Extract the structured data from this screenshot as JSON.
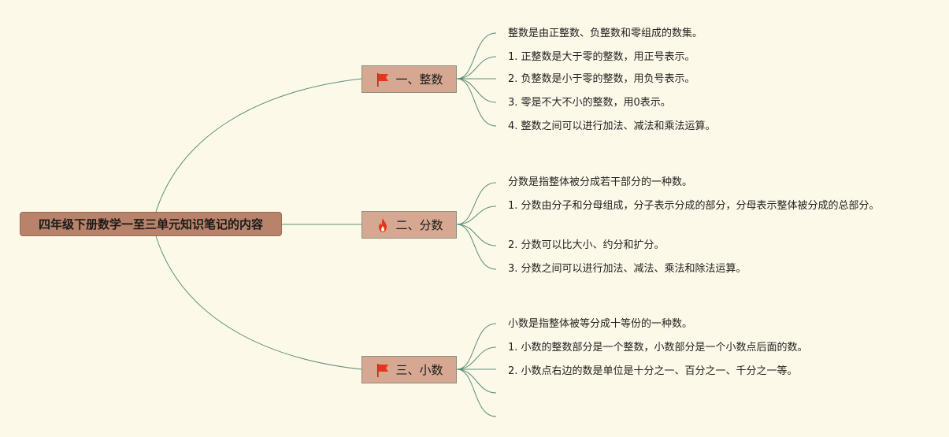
{
  "root": {
    "label": "四年级下册数学一至三单元知识笔记的内容"
  },
  "branches": [
    {
      "label": "一、整数",
      "icon": "flag-icon",
      "items": [
        "整数是由正整数、负整数和零组成的数集。",
        "1. 正整数是大于零的整数，用正号表示。",
        "2. 负整数是小于零的整数，用负号表示。",
        "3. 零是不大不小的整数，用0表示。",
        "4. 整数之间可以进行加法、减法和乘法运算。"
      ]
    },
    {
      "label": "二、分数",
      "icon": "fire-icon",
      "items": [
        "分数是指整体被分成若干部分的一种数。",
        "1. 分数由分子和分母组成，分子表示分成的部分，分母表示整体被分成的总部分。",
        "2. 分数可以比大小、约分和扩分。",
        "3. 分数之间可以进行加法、减法、乘法和除法运算。"
      ]
    },
    {
      "label": "三、小数",
      "icon": "flag-icon",
      "items": [
        "小数是指整体被等分成十等份的一种数。",
        "1. 小数的整数部分是一个整数，小数部分是一个小数点后面的数。",
        "2. 小数点右边的数是单位是十分之一、百分之一、千分之一等。",
        "",
        ""
      ]
    }
  ],
  "colors": {
    "background": "#fdf9e8",
    "line": "#5a8f78",
    "root": "#b8836a",
    "branch": "#d6a892",
    "flag": "#e8341c",
    "fire": "#e8341c"
  }
}
